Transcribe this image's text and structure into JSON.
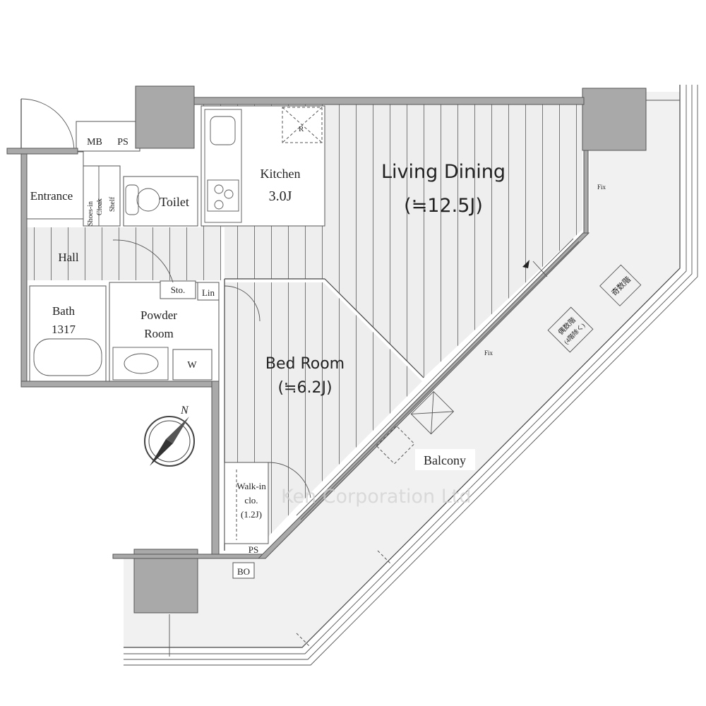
{
  "rooms": {
    "living": {
      "name": "Living Dining",
      "size": "(≒12.5J)"
    },
    "kitchen": {
      "name": "Kitchen",
      "size": "3.0J"
    },
    "bedroom": {
      "name": "Bed Room",
      "size": "(≒6.2J)"
    },
    "entrance": "Entrance",
    "hall": "Hall",
    "toilet": "Toilet",
    "bath": {
      "name": "Bath",
      "size": "1317"
    },
    "powder": {
      "name": "Powder",
      "name2": "Room"
    },
    "walkin": {
      "name": "Walk-in",
      "name2": "clo.",
      "size": "(1.2J)"
    },
    "balcony": "Balcony"
  },
  "fixtures": {
    "mb": "MB",
    "ps_top": "PS",
    "ps_bottom": "PS",
    "bo": "BO",
    "sto": "Sto.",
    "lin": "Lin",
    "w": "W",
    "r": "R",
    "shoes": "Shoes-in",
    "cloak": "Cloak",
    "shelf": "Shelf",
    "fix1": "Fix",
    "fix2": "Fix",
    "odd_floor": "奇数階",
    "even_floor": "偶数階",
    "even_floor_note": "(4階除く)"
  },
  "compass": {
    "north": "N"
  },
  "watermark": "Ken Corporation Ltd"
}
